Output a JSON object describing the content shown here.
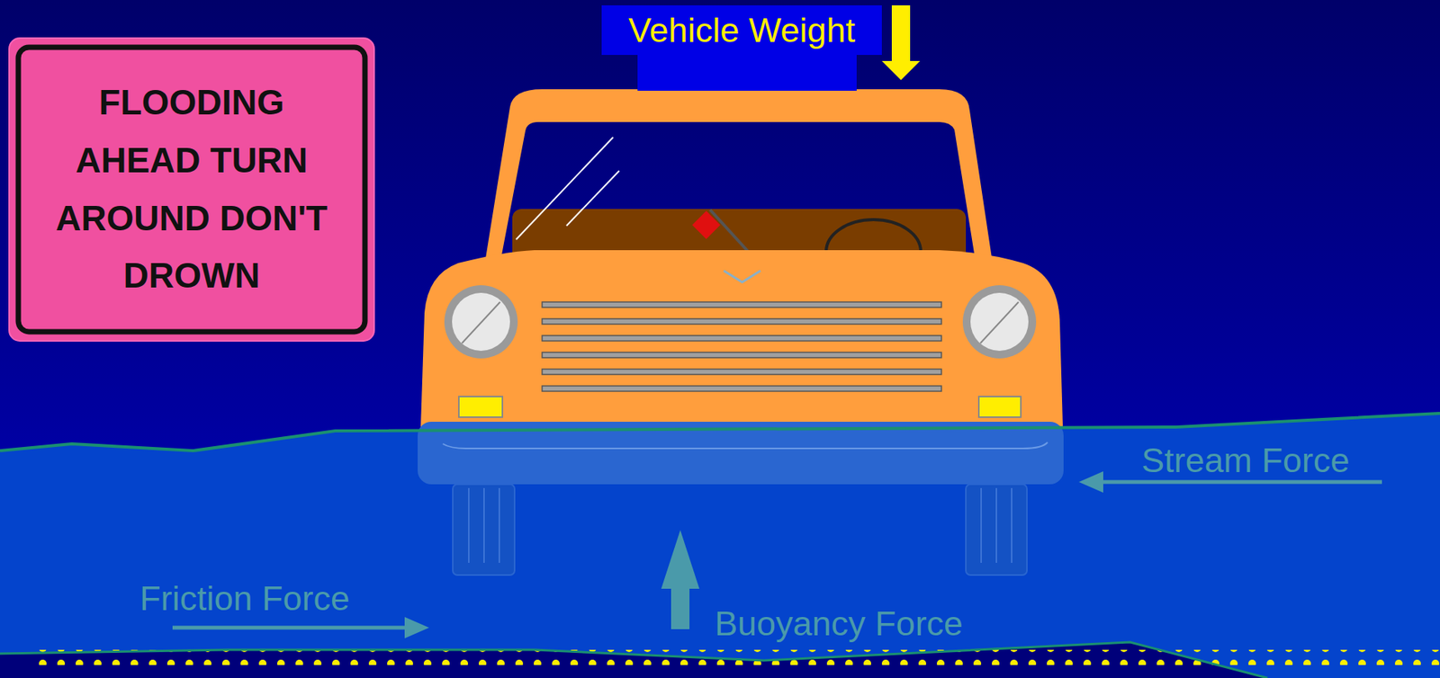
{
  "diagram": {
    "nodes": [
      {
        "text": [
          "FLOODING AHEAD TURN AROUND DON'T DROWN"
        ]
      },
      {
        "text": [
          "Vehicle Weight"
        ]
      }
    ],
    "labels": [
      "Stream Force",
      "Friction Force",
      "Buoyancy Force"
    ]
  }
}
